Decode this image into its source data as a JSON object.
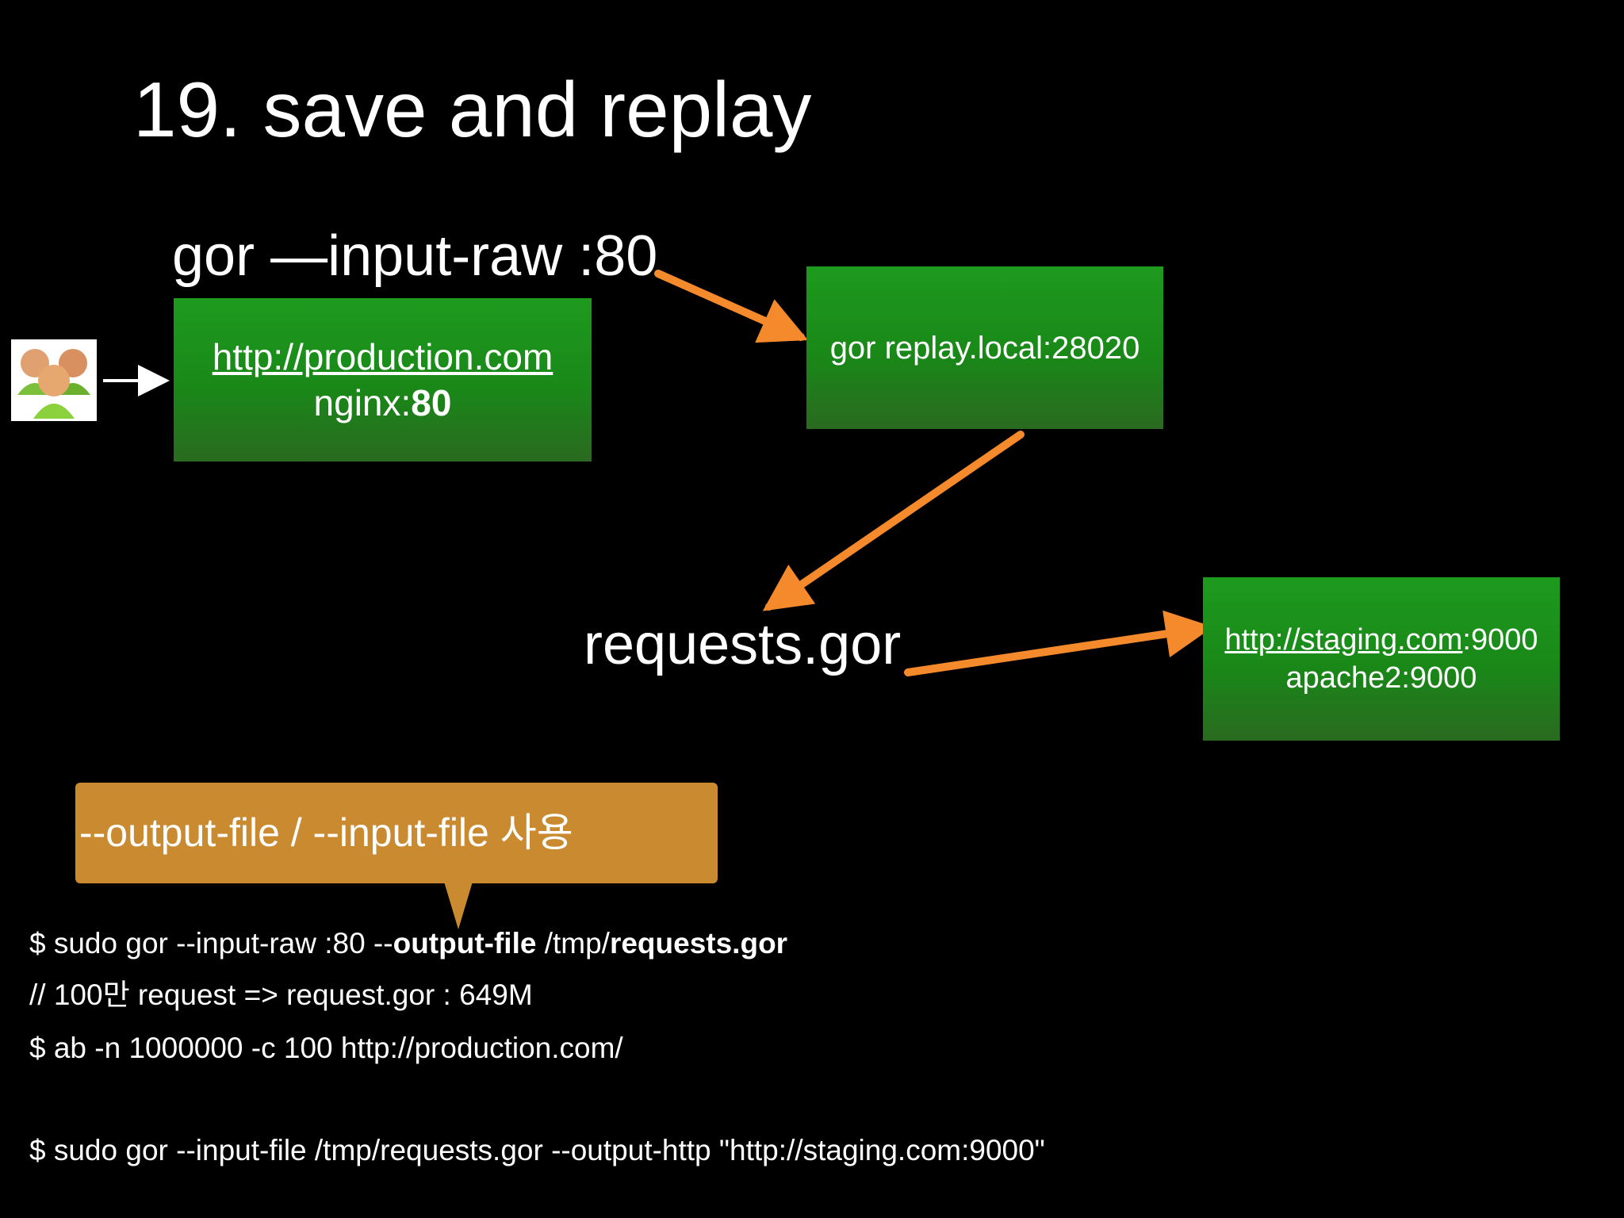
{
  "slide": {
    "title": "19. save and replay",
    "capture_command": "gor —input-raw :80"
  },
  "nodes": {
    "production": {
      "url": "http://production.com",
      "server_prefix": "nginx:",
      "server_port": "80"
    },
    "replay": {
      "label": "gor replay.local:28020"
    },
    "requests_file": {
      "label": "requests.gor"
    },
    "staging": {
      "url": "http://staging.com",
      "url_port": ":9000",
      "server": "apache2:9000"
    }
  },
  "callout": {
    "text": "--output-file / --input-file 사용",
    "color": "#c98a30"
  },
  "commands": {
    "line1": {
      "a": "$ sudo gor --input-raw :80 --",
      "b": "output-file",
      "c": " /tmp/",
      "d": "requests.gor"
    },
    "line2": "// 100만 request => request.gor : 649M",
    "line3": "$ ab -n 1000000 -c 100 http://production.com/",
    "line4": "$ sudo gor --input-file /tmp/requests.gor --output-http \"http://staging.com:9000\""
  },
  "icons": {
    "users": "users-group-icon"
  },
  "colors": {
    "background": "#000000",
    "box_green": "#1e9a1e",
    "arrow_orange": "#f58a2c"
  }
}
